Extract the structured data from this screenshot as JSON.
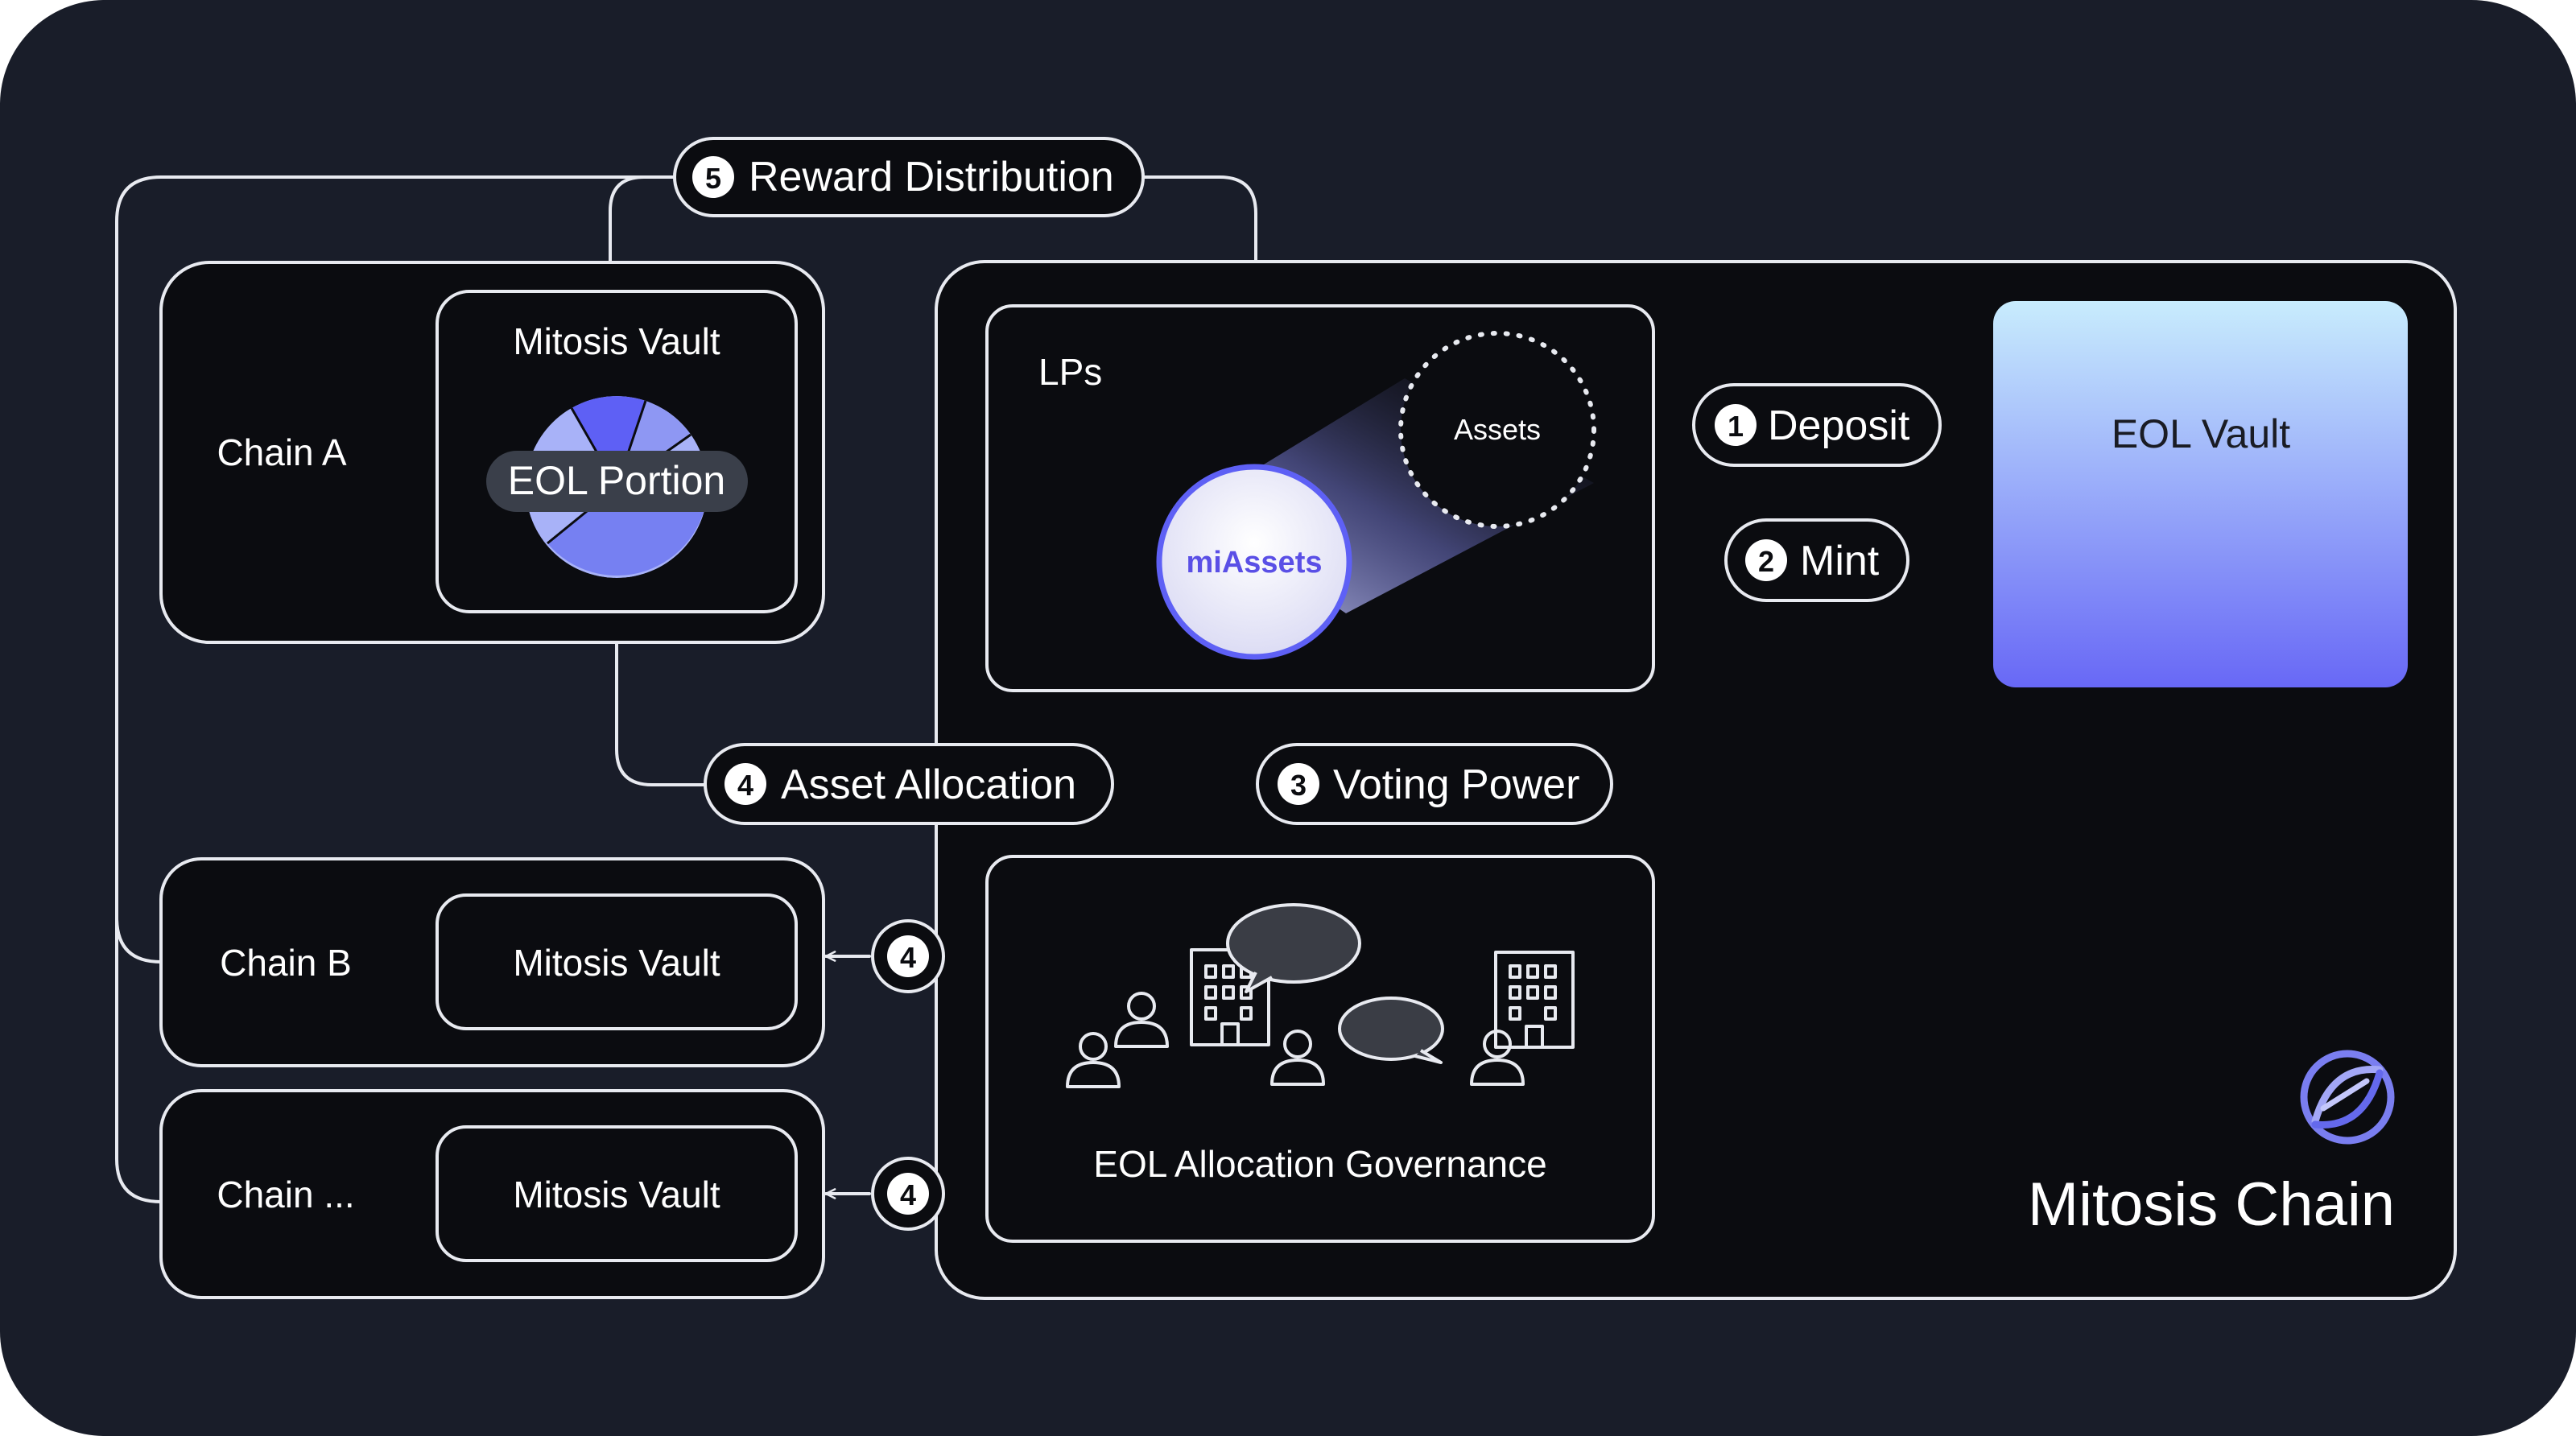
{
  "colors": {
    "background": "#191d29",
    "panel": "#0b0c10",
    "stroke": "#e8eaf0",
    "accent": "#5e60f5",
    "accent_light": "#a8b2f8",
    "vault_gradient_top": "#c8ecfd",
    "vault_gradient_bottom": "#6868f6",
    "pill_bg": "#3a3f4a"
  },
  "chains": {
    "chain_a": {
      "label": "Chain A",
      "vault_label": "Mitosis Vault",
      "portion_label": "EOL Portion"
    },
    "chain_b": {
      "label": "Chain B",
      "vault_label": "Mitosis Vault"
    },
    "chain_more": {
      "label": "Chain ...",
      "vault_label": "Mitosis Vault"
    }
  },
  "mitosis_chain": {
    "label": "Mitosis Chain",
    "logo_icon": "mitosis-logo-icon",
    "lps": {
      "label": "LPs",
      "assets_label": "Assets",
      "miassets_label": "miAssets"
    },
    "eol_vault": {
      "label": "EOL Vault"
    },
    "governance": {
      "label": "EOL Allocation Governance"
    }
  },
  "steps": {
    "deposit": {
      "number": "1",
      "label": "Deposit"
    },
    "mint": {
      "number": "2",
      "label": "Mint"
    },
    "voting_power": {
      "number": "3",
      "label": "Voting Power"
    },
    "asset_allocation": {
      "number": "4",
      "label": "Asset Allocation"
    },
    "allocation_b": {
      "number": "4"
    },
    "allocation_more": {
      "number": "4"
    },
    "reward_distribution": {
      "number": "5",
      "label": "Reward Distribution"
    }
  }
}
